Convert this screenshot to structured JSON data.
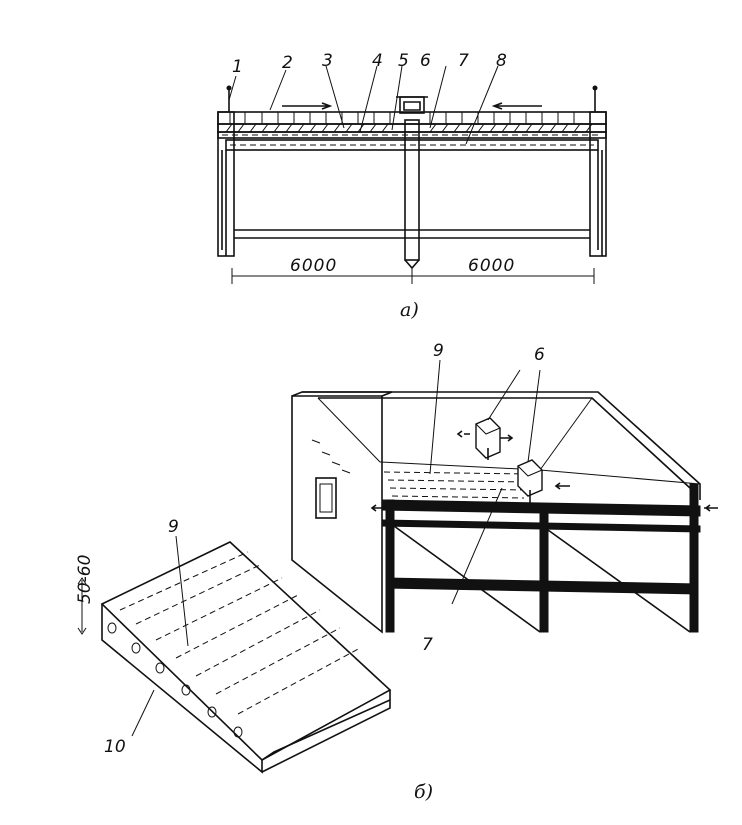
{
  "figure_a": {
    "numbers": [
      "1",
      "2",
      "3",
      "4",
      "5",
      "6",
      "7",
      "8"
    ],
    "span_left": "6000",
    "span_right": "6000",
    "caption": "а)"
  },
  "figure_b": {
    "label_9_top": "9",
    "label_6": "6",
    "label_7": "7",
    "label_9_panel": "9",
    "label_10": "10",
    "dimension_thickness": "50-60",
    "caption": "б)"
  }
}
